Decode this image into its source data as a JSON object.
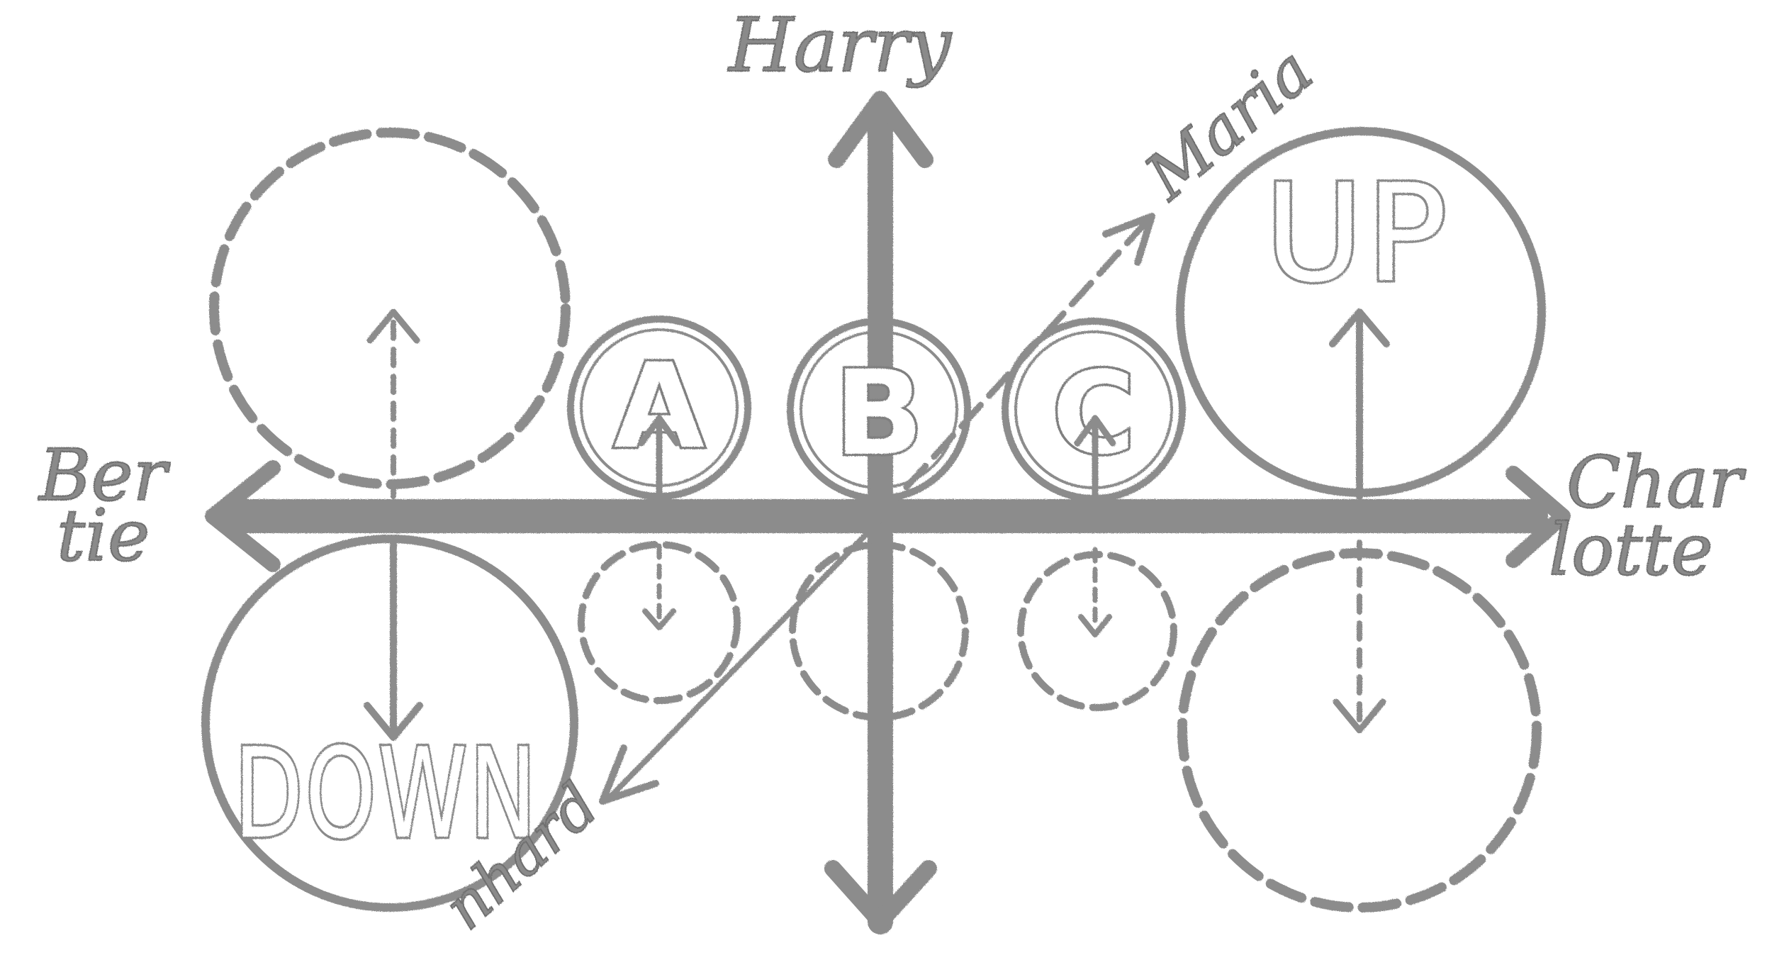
{
  "axis_labels": {
    "top": "Harry",
    "diagonal_up": "Maria",
    "left_line1": "Ber",
    "left_line2": "tie",
    "right_line1": "Char",
    "right_line2": "lotte",
    "diagonal_down": "nhard"
  },
  "circles": {
    "a": "A",
    "b": "B",
    "c": "C",
    "up": "UP",
    "down": "DOWN"
  },
  "colors": {
    "pencil": "#8c8c8c",
    "background": "#ffffff"
  }
}
